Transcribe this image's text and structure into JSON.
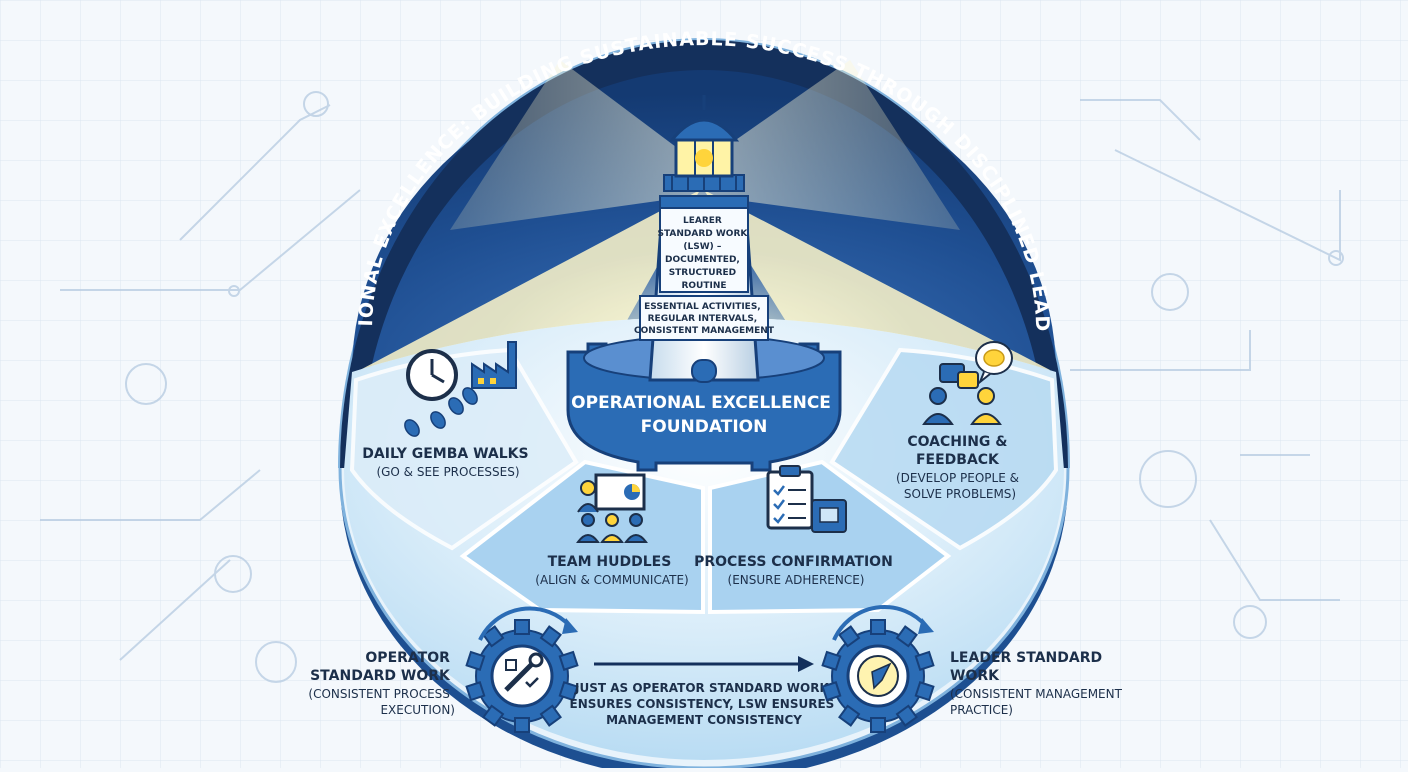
{
  "title": "OPERATIONAL EXCELLENCE: BUILDING SUSTAINABLE SUCCESS THROUGH DISCIPLINED LEADERSHIP",
  "tower": {
    "lsw_lines": [
      "LEARER",
      "STANDARD WORK",
      "(LSW) –",
      "DOCUMENTED,",
      "STRUCTURED",
      "ROUTINE"
    ],
    "activities_lines": [
      "ESSENTIAL ACTIVITIES,",
      "REGULAR INTERVALS,",
      "CONSISTENT MANAGEMENT"
    ],
    "foundation_lines": [
      "OPERATIONAL EXCELLENCE",
      "FOUNDATION"
    ]
  },
  "segments": {
    "gemba": {
      "title": "DAILY GEMBA WALKS",
      "sub": "(GO & SEE PROCESSES)"
    },
    "huddles": {
      "title": "TEAM HUDDLES",
      "sub": "(ALIGN & COMMUNICATE)"
    },
    "confirmation": {
      "title": "PROCESS CONFIRMATION",
      "sub": "(ENSURE ADHERENCE)"
    },
    "coaching": {
      "title_lines": [
        "COACHING &",
        "FEEDBACK"
      ],
      "sub_lines": [
        "(DEVELOP PEOPLE &",
        "SOLVE PROBLEMS)"
      ]
    }
  },
  "bottom": {
    "operator": {
      "title_lines": [
        "OPERATOR",
        "STANDARD WORK"
      ],
      "sub_lines": [
        "(CONSISTENT PROCESS",
        "EXECUTION)"
      ]
    },
    "center_lines": [
      "JUST AS OPERATOR STANDARD WORK",
      "ENSURES CONSISTENCY, LSW ENSURES",
      "MANAGEMENT CONSISTENCY"
    ],
    "leader": {
      "title_lines": [
        "LEADER STANDARD",
        "WORK"
      ],
      "sub_lines": [
        "(CONSISTENT MANAGEMENT",
        "PRACTICE)"
      ]
    }
  },
  "colors": {
    "navy": "#1d4f91",
    "dark": "#14305c",
    "light": "#cfe6f7",
    "yellow": "#f6cf3c",
    "gear": "#2b6cb5"
  },
  "icons": [
    "clock-icon",
    "factory-icon",
    "footprints-icon",
    "presentation-icon",
    "checklist-icon",
    "chat-people-icon",
    "brain-icon",
    "wrench-gear-icon",
    "compass-gear-icon"
  ]
}
